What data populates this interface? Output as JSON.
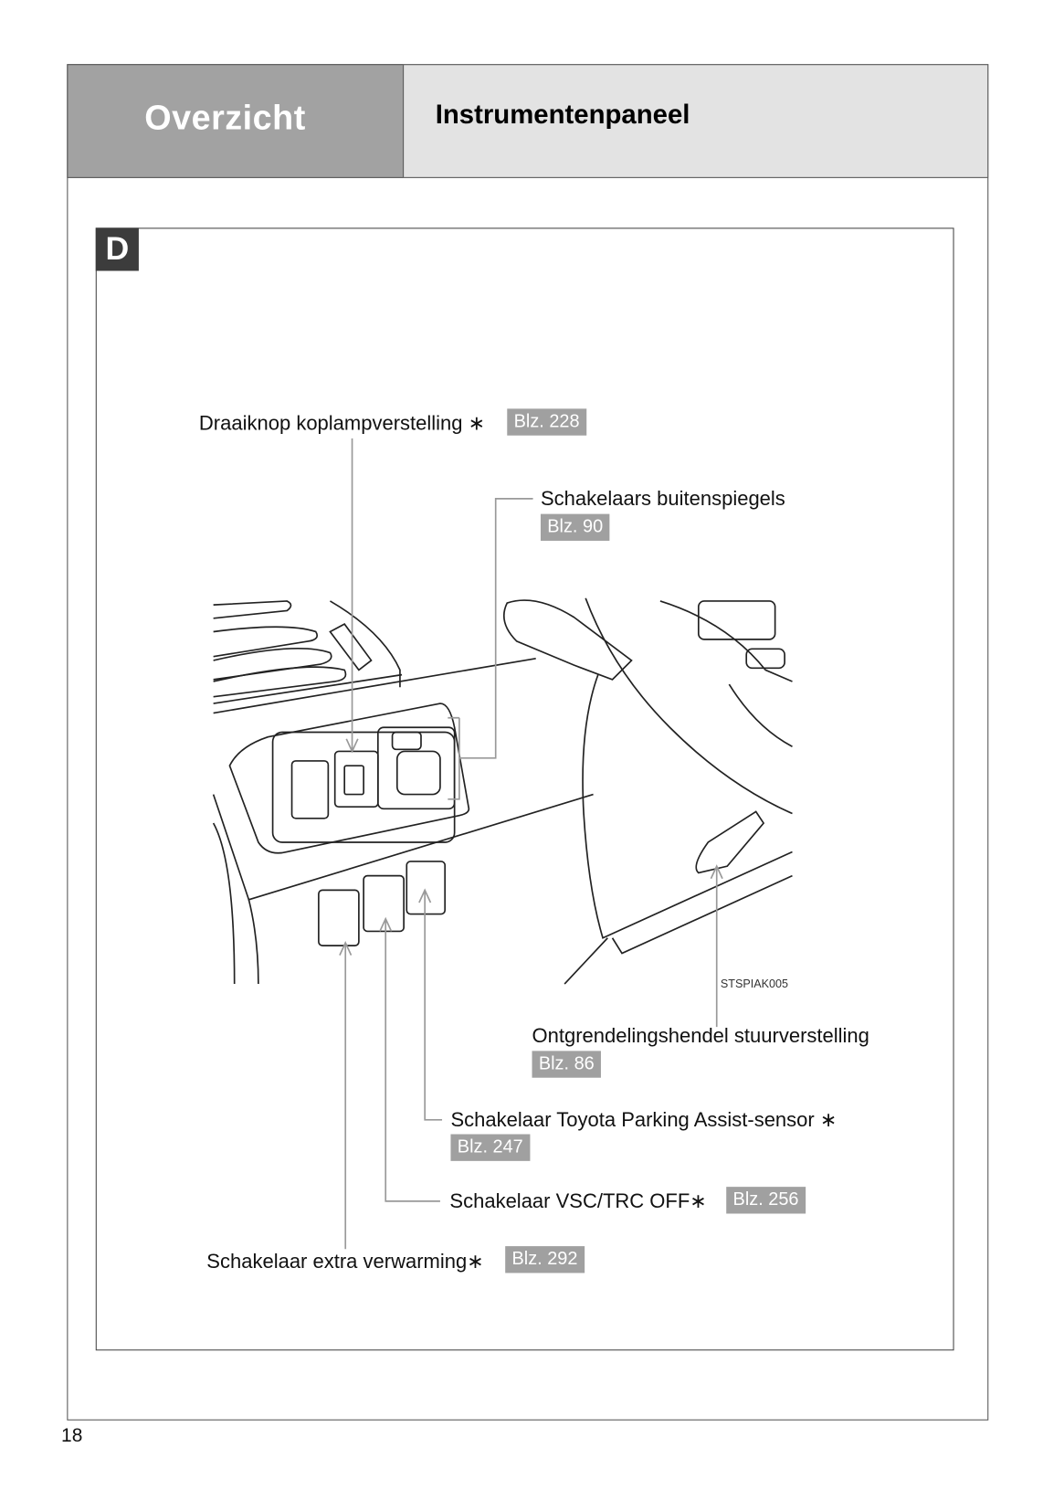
{
  "header": {
    "section": "Overzicht",
    "title": "Instrumentenpaneel"
  },
  "panel": {
    "letter": "D",
    "image_code": "STSPIAK005"
  },
  "callouts": [
    {
      "label": "Draaiknop koplampverstelling",
      "star": "∗",
      "ref": "Blz. 228"
    },
    {
      "label": "Schakelaars buitenspiegels",
      "ref": "Blz. 90"
    },
    {
      "label": "Ontgrendelingshendel stuurverstelling",
      "ref": "Blz. 86"
    },
    {
      "label": "Schakelaar Toyota Parking Assist-sensor",
      "star": "∗",
      "ref": "Blz. 247"
    },
    {
      "label": "Schakelaar VSC/TRC OFF",
      "star": "∗",
      "ref": "Blz. 256"
    },
    {
      "label": "Schakelaar extra verwarming",
      "star": "∗",
      "ref": "Blz. 292"
    }
  ],
  "page_number": "18"
}
